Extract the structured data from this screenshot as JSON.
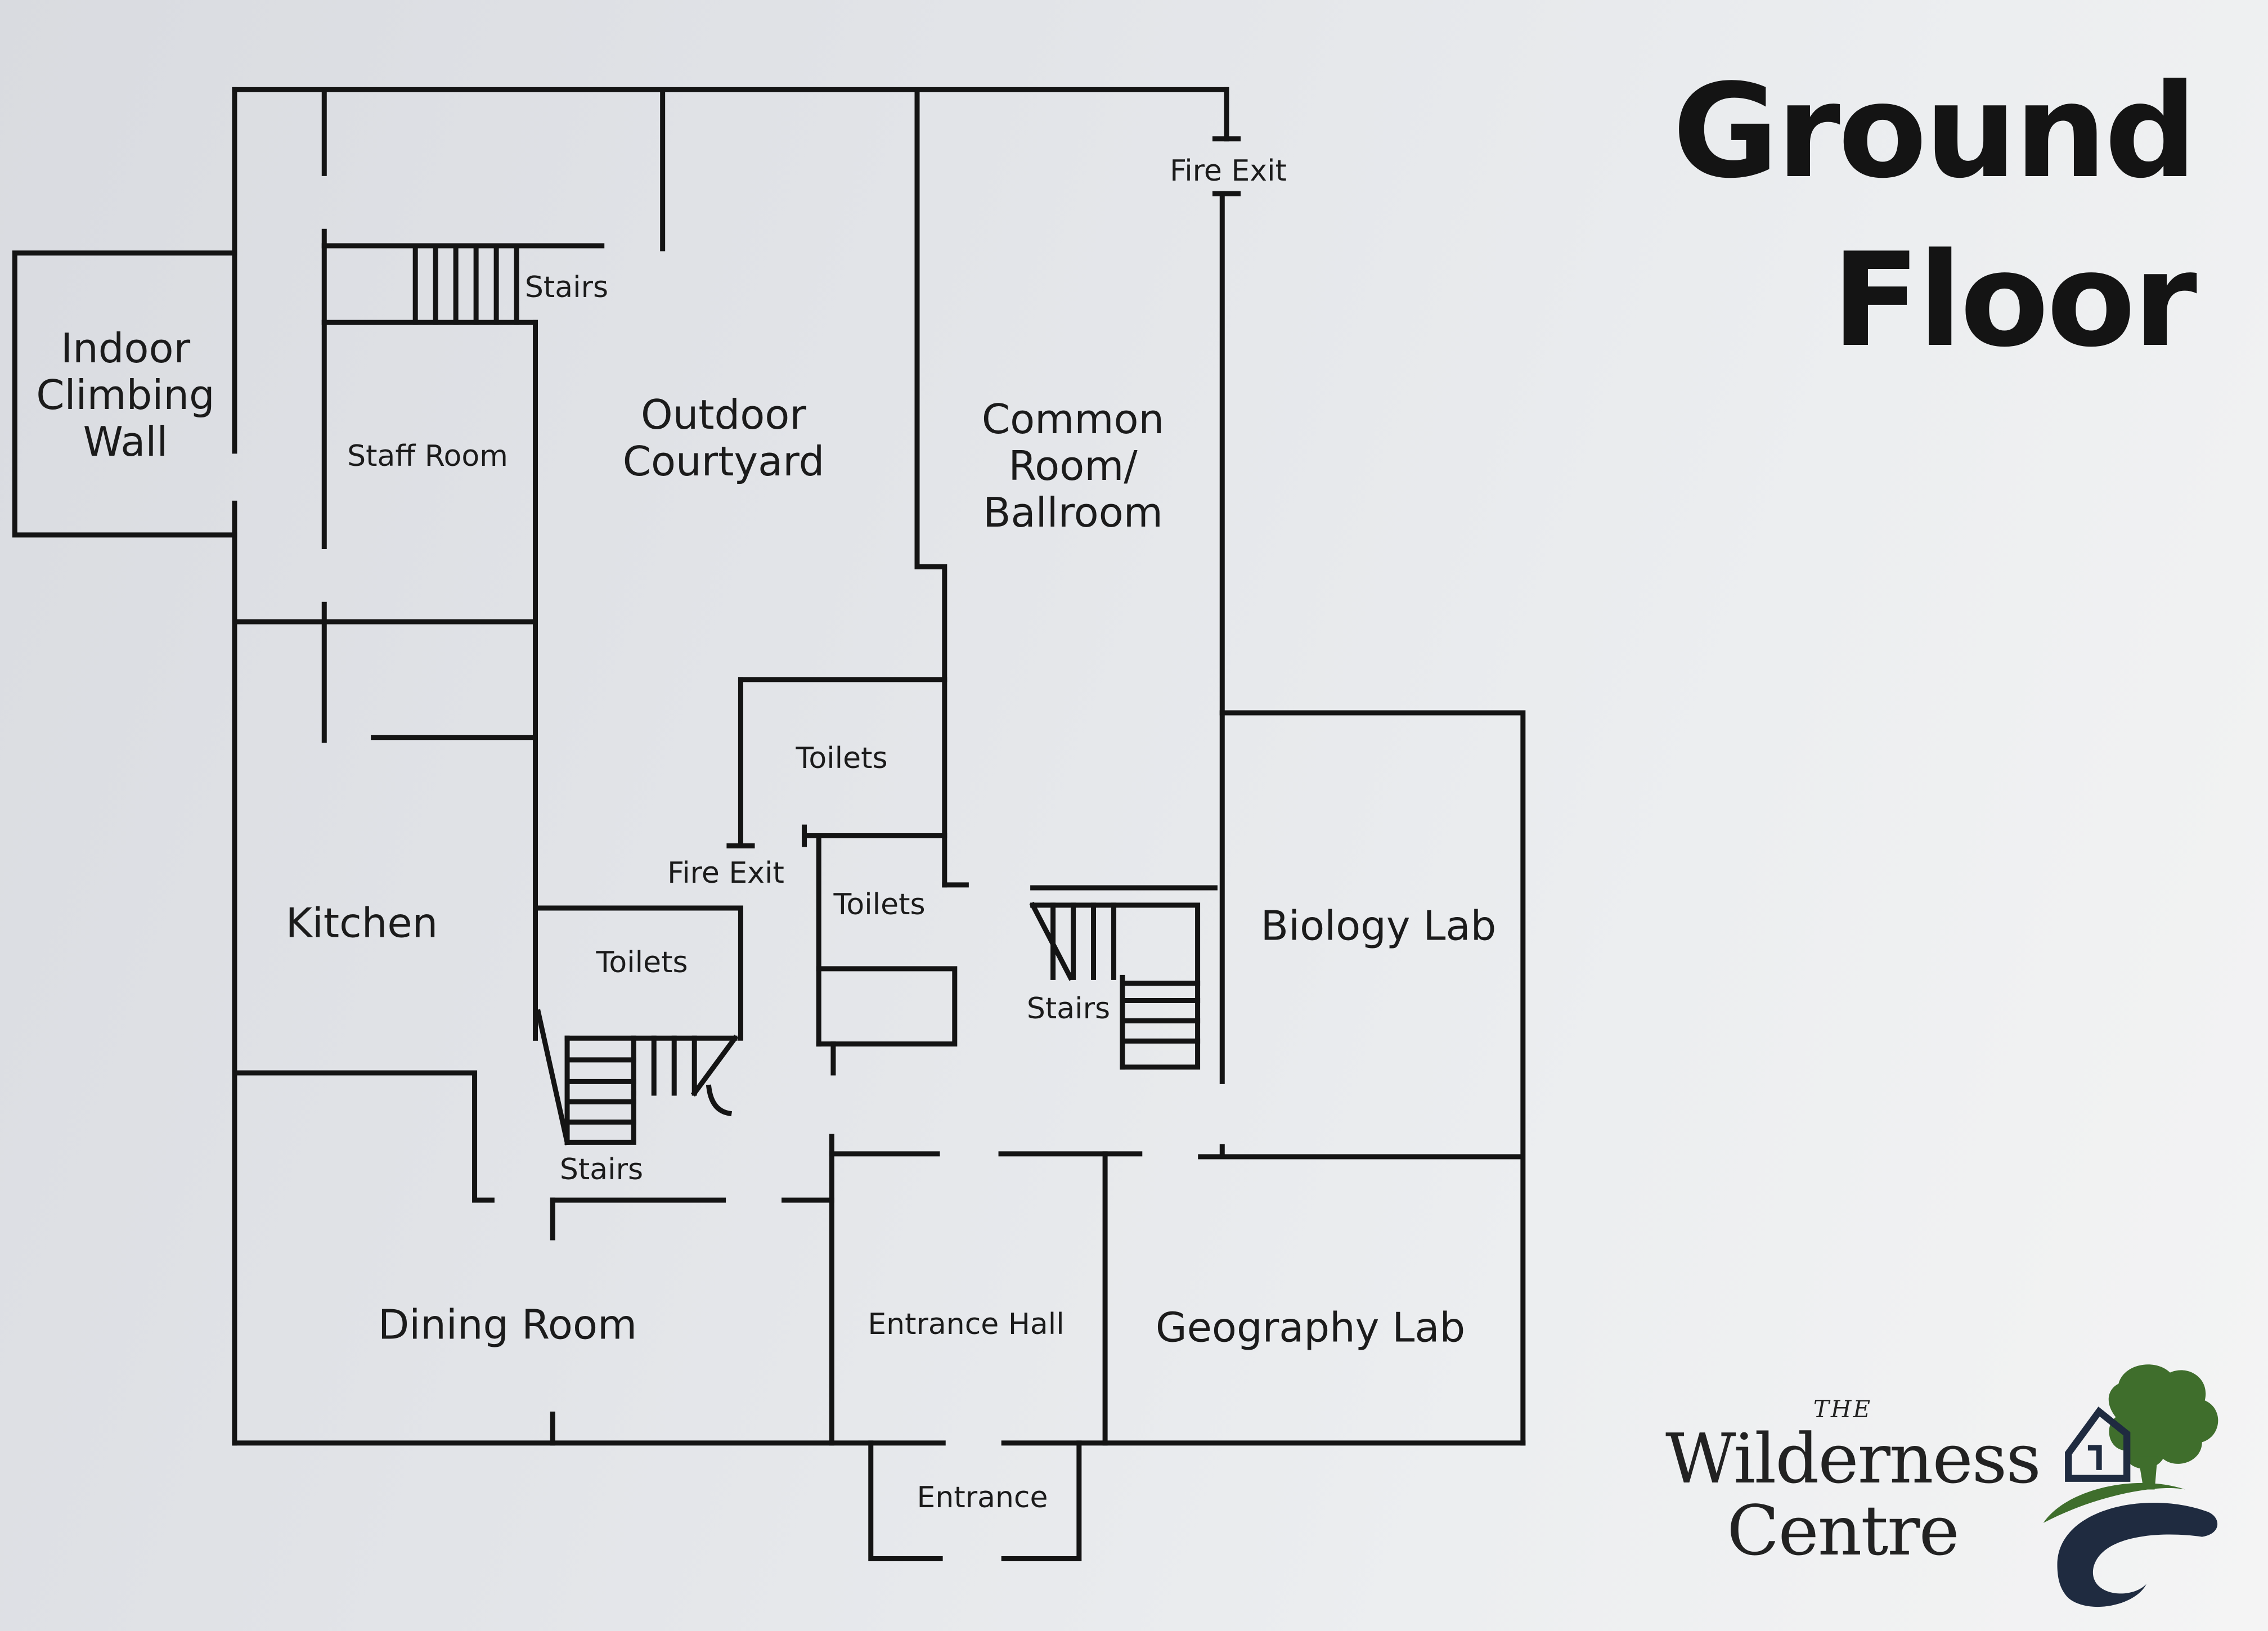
{
  "title": {
    "line1": "Ground",
    "line2": "Floor"
  },
  "rooms": {
    "climbing_wall": "Indoor\nClimbing\nWall",
    "staff_room": "Staff Room",
    "stairs_top": "Stairs",
    "outdoor_courtyard": "Outdoor\nCourtyard",
    "common_room": "Common\nRoom/\nBallroom",
    "fire_exit_top": "Fire Exit",
    "kitchen": "Kitchen",
    "toilets_upper": "Toilets",
    "fire_exit_mid": "Fire Exit",
    "toilets_mid": "Toilets",
    "toilets_left": "Toilets",
    "stairs_center": "Stairs",
    "stairs_left": "Stairs",
    "biology_lab": "Biology Lab",
    "dining_room": "Dining Room",
    "entrance_hall": "Entrance Hall",
    "geography_lab": "Geography Lab",
    "entrance": "Entrance"
  },
  "logo": {
    "the": "THE",
    "line1": "Wilderness",
    "line2": "Centre"
  },
  "colors": {
    "wall": "#141414",
    "logo_green": "#3f6e2c",
    "logo_navy": "#1f2b40"
  }
}
